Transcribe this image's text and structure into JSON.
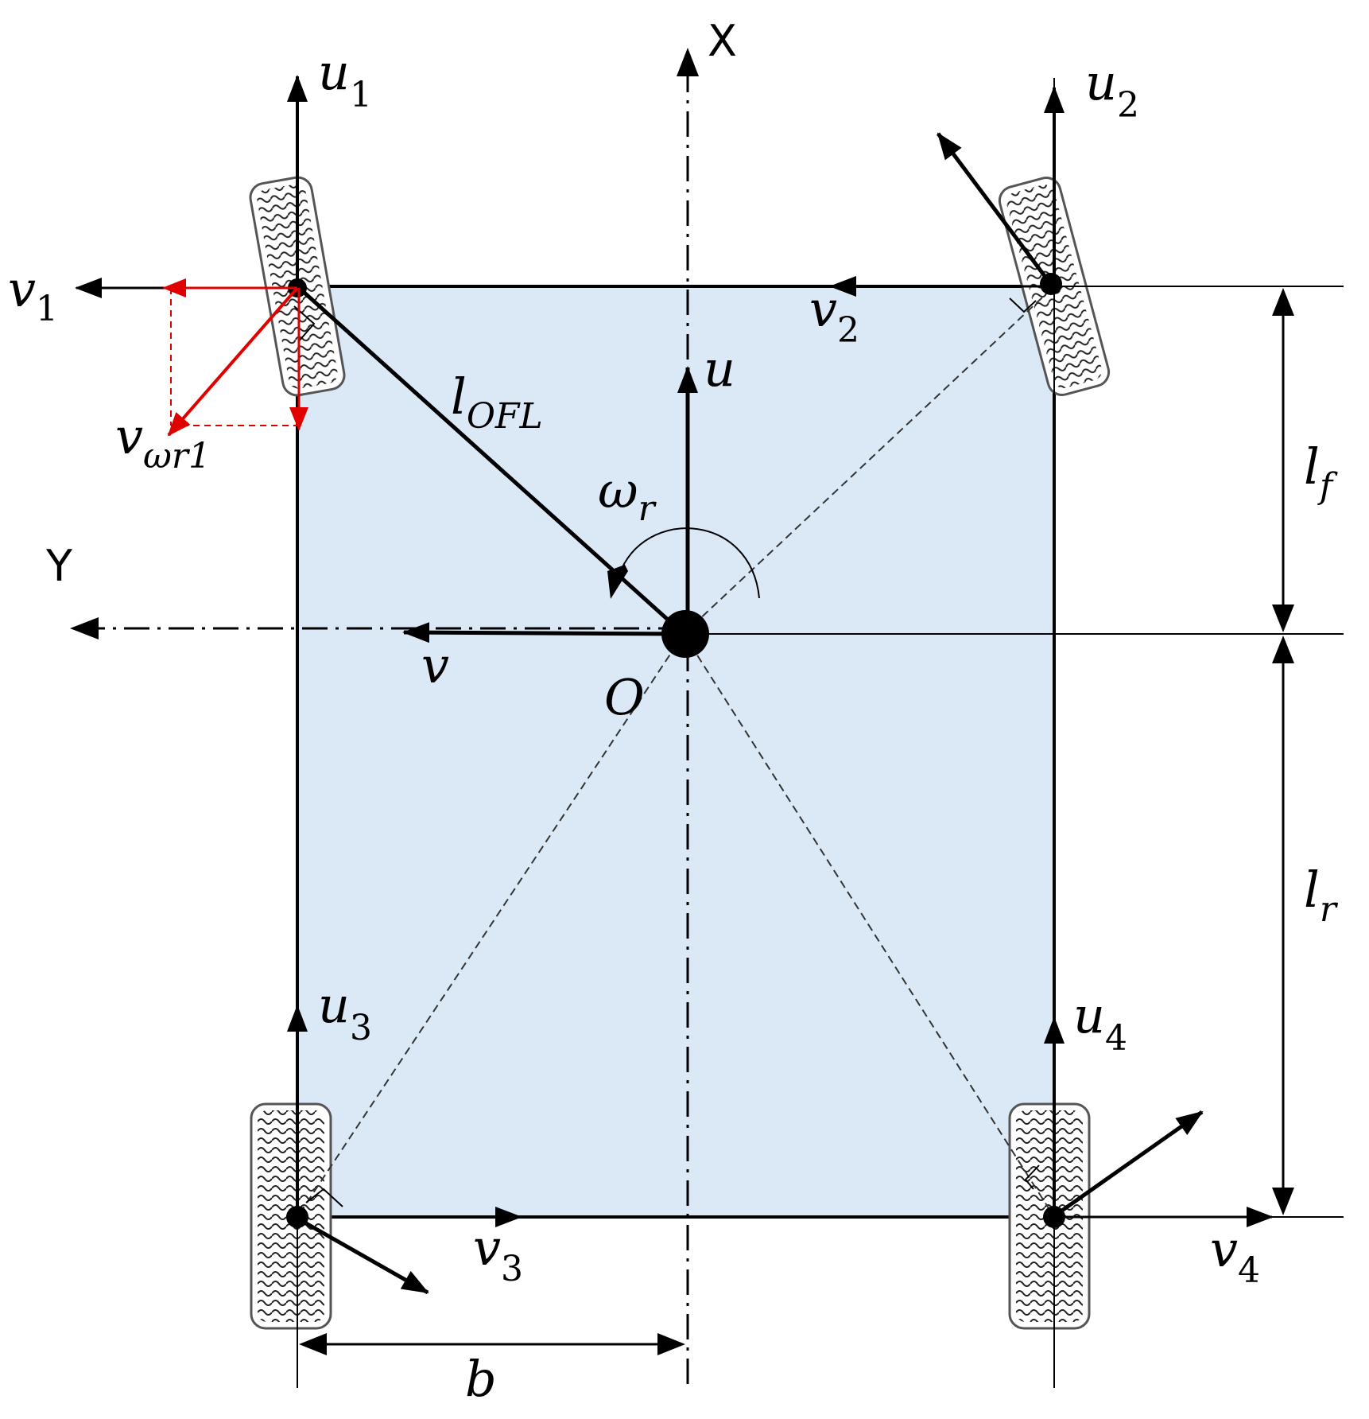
{
  "axes": {
    "x": "X",
    "y": "Y"
  },
  "labels": {
    "u1_base": "u",
    "u1_sub": "1",
    "u2_base": "u",
    "u2_sub": "2",
    "u3_base": "u",
    "u3_sub": "3",
    "u4_base": "u",
    "u4_sub": "4",
    "v1_base": "v",
    "v1_sub": "1",
    "v2_base": "v",
    "v2_sub": "2",
    "v3_base": "v",
    "v3_sub": "3",
    "v4_base": "v",
    "v4_sub": "4",
    "vwr_base": "v",
    "vwr_sub": "ωr1",
    "lofl_base": "l",
    "lofl_sub": "OFL",
    "omega_base": "ω",
    "omega_sub": "r",
    "u": "u",
    "v": "v",
    "origin": "O",
    "lf_base": "l",
    "lf_sub": "f",
    "lr_base": "l",
    "lr_sub": "r",
    "b": "b"
  },
  "colors": {
    "body_fill": "#dbe9f7",
    "line": "#000000",
    "highlight": "#e00000",
    "wheel_fill": "#ffffff",
    "wheel_stroke": "#555555"
  }
}
